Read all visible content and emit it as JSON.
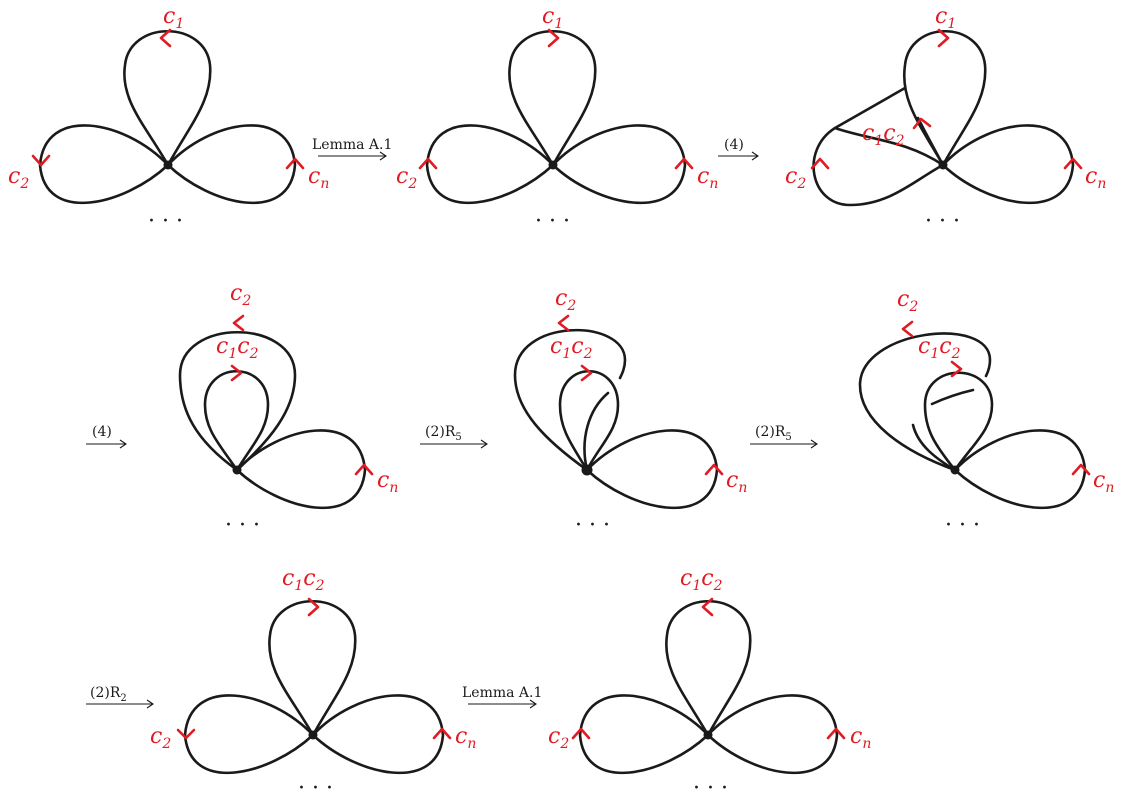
{
  "colors": {
    "curve": "#1a1a1a",
    "label": "#e01b24"
  },
  "labels": {
    "c1": "c1",
    "c2": "c2",
    "cn": "cn",
    "c1c2": "c1c2"
  },
  "steps": {
    "s1": "Lemma A.1",
    "s2": "(4)",
    "s3": "(4)",
    "s4": "(2)R5",
    "s5": "(2)R5",
    "s6": "(2)R2",
    "s7": "Lemma A.1"
  },
  "ellipsis": "· · ·"
}
